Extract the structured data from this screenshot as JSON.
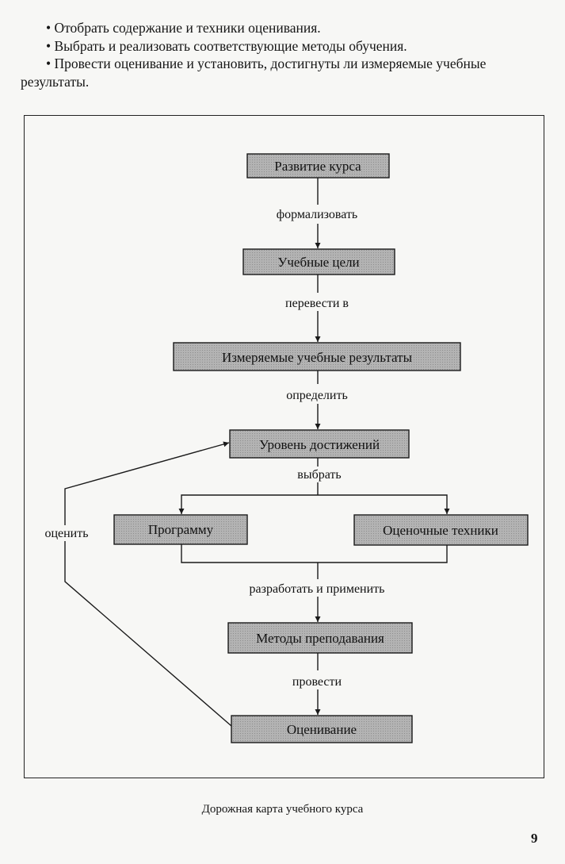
{
  "bullets": [
    "• Отобрать  содержание и техники оценивания.",
    "• Выбрать и реализовать соответствующие методы обучения.",
    "• Провести оценивание и установить, достигнуты ли измеряемые учебные результаты."
  ],
  "diagram": {
    "boxes": {
      "course_development": "Развитие курса",
      "learning_goals": "Учебные цели",
      "measurable_outcomes": "Измеряемые учебные результаты",
      "achievement_level": "Уровень достижений",
      "program": "Программу",
      "assessment_techniques": "Оценочные техники",
      "teaching_methods": "Методы преподавания",
      "assessment": "Оценивание"
    },
    "edges": {
      "formalize": "формализовать",
      "translate": "перевести в",
      "define": "определить",
      "choose": "выбрать",
      "develop_apply": "разработать и применить",
      "conduct": "провести",
      "evaluate": "оценить"
    },
    "box_fill": "#a9a9a9",
    "line_color": "#1a1a1a"
  },
  "caption": "Дорожная карта учебного курса",
  "page_number": "9"
}
